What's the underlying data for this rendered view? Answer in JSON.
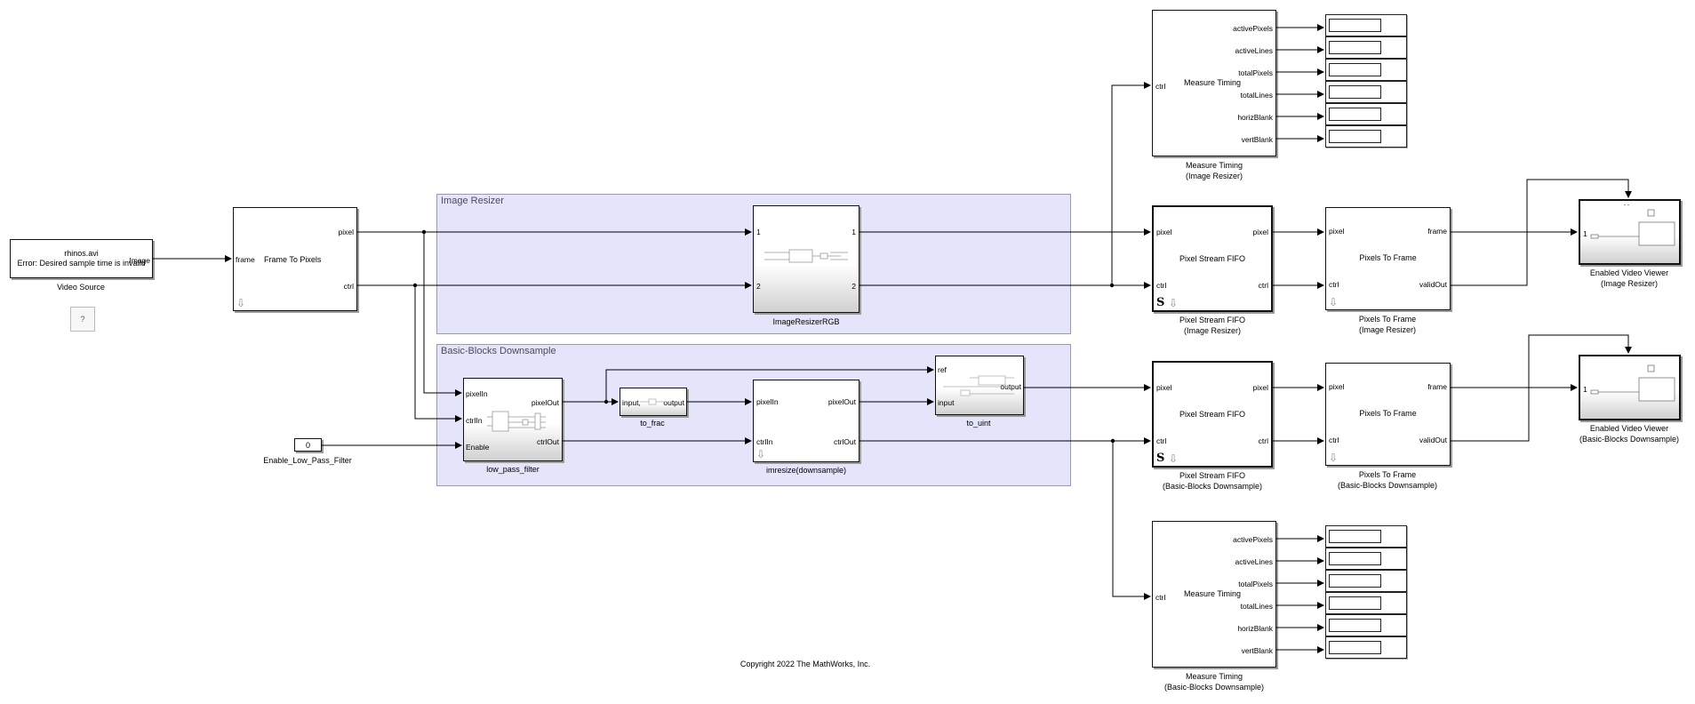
{
  "areas": {
    "image_resizer": "Image Resizer",
    "basic_blocks": "Basic-Blocks Downsample"
  },
  "video_source": {
    "line1": "rhinos.avi",
    "line2": "Error: Desired sample time is invalid",
    "port": "Image",
    "name": "Video Source"
  },
  "help_block": {
    "label": "?"
  },
  "frame_to_pixels": {
    "title": "Frame To Pixels",
    "in_port": "frame",
    "out_pixel": "pixel",
    "out_ctrl": "ctrl"
  },
  "image_resizer_rgb": {
    "in1": "1",
    "in2": "2",
    "out1": "1",
    "out2": "2",
    "name": "ImageResizerRGB"
  },
  "low_pass_filter": {
    "in_pixel": "pixelIn",
    "in_ctrl": "ctrlIn",
    "in_enable": "Enable",
    "out_pixel": "pixelOut",
    "out_ctrl": "ctrlOut",
    "name": "low_pass_filter"
  },
  "to_frac": {
    "in": "input,",
    "out": "output",
    "name": "to_frac"
  },
  "imresize": {
    "in_pixel": "pixelIn",
    "in_ctrl": "ctrlIn",
    "out_pixel": "pixelOut",
    "out_ctrl": "ctrlOut",
    "name": "imresize(downsample)"
  },
  "to_uint": {
    "in_ref": "ref",
    "in": "input",
    "out": "output",
    "name": "to_uint"
  },
  "enable_const": {
    "value": "0",
    "name": "Enable_Low_Pass_Filter"
  },
  "fifo_resizer": {
    "title": "Pixel Stream FIFO",
    "in_pixel": "pixel",
    "in_ctrl": "ctrl",
    "out_pixel": "pixel",
    "out_ctrl": "ctrl",
    "s_label": "S",
    "name1": "Pixel Stream FIFO",
    "name2": "(Image Resizer)"
  },
  "fifo_basic": {
    "title": "Pixel Stream FIFO",
    "in_pixel": "pixel",
    "in_ctrl": "ctrl",
    "out_pixel": "pixel",
    "out_ctrl": "ctrl",
    "s_label": "S",
    "name1": "Pixel Stream FIFO",
    "name2": "(Basic-Blocks Downsample)"
  },
  "p2f_resizer": {
    "title": "Pixels To Frame",
    "in_pixel": "pixel",
    "in_ctrl": "ctrl",
    "out_frame": "frame",
    "out_valid": "validOut",
    "name1": "Pixels To Frame",
    "name2": "(Image Resizer)"
  },
  "p2f_basic": {
    "title": "Pixels To Frame",
    "in_pixel": "pixel",
    "in_ctrl": "ctrl",
    "out_frame": "frame",
    "out_valid": "validOut",
    "name1": "Pixels To Frame",
    "name2": "(Basic-Blocks Downsample)"
  },
  "viewer_resizer": {
    "in": "1",
    "name1": "Enabled Video Viewer",
    "name2": "(Image Resizer)"
  },
  "viewer_basic": {
    "in": "1",
    "name1": "Enabled Video Viewer",
    "name2": "(Basic-Blocks Downsample)"
  },
  "timing_resizer": {
    "title": "Measure Timing",
    "in_ctrl": "ctrl",
    "outputs": [
      "activePixels",
      "activeLines",
      "totalPixels",
      "totalLines",
      "horizBlank",
      "vertBlank"
    ],
    "name1": "Measure Timing",
    "name2": "(Image Resizer)"
  },
  "timing_basic": {
    "title": "Measure Timing",
    "in_ctrl": "ctrl",
    "outputs": [
      "activePixels",
      "activeLines",
      "totalPixels",
      "totalLines",
      "horizBlank",
      "vertBlank"
    ],
    "name1": "Measure Timing",
    "name2": "(Basic-Blocks Downsample)"
  },
  "copyright": "Copyright 2022 The MathWorks, Inc."
}
